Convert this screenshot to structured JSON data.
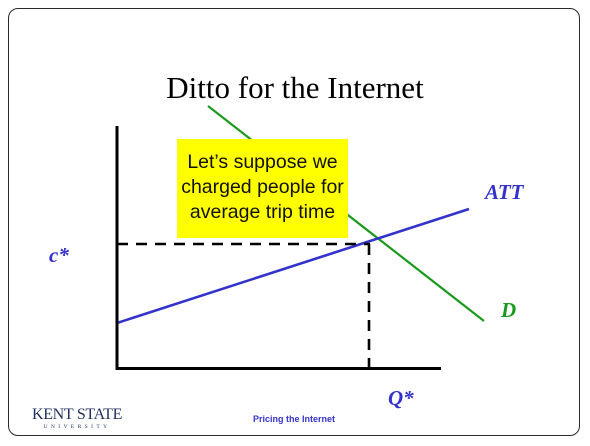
{
  "slide": {
    "title": "Ditto for the Internet",
    "callout_lines": [
      "Let’s suppose we",
      "charged people for",
      "average trip time"
    ],
    "labels": {
      "att": "ATT",
      "d": "D",
      "c_star": "c*",
      "q_star": "Q*"
    },
    "logo": {
      "main": "KENT STATE",
      "sub": "UNIVERSITY"
    },
    "footer": "Pricing the Internet"
  },
  "colors": {
    "att_line": "#3333cc",
    "demand_line": "#1a9a1a",
    "callout_bg": "#ffff00",
    "axes": "#000000"
  }
}
